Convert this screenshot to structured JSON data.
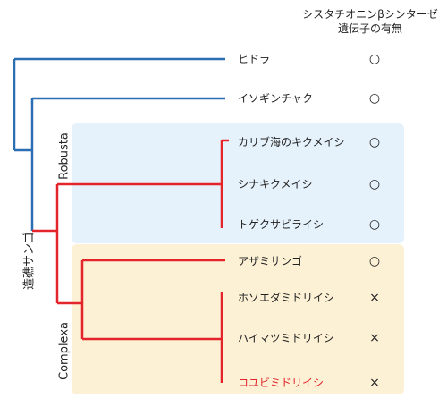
{
  "header": {
    "line1": "シスタチオニンβシンターゼ",
    "line2": "遺伝子の有無"
  },
  "clade_labels": {
    "robusta": "Robusta",
    "complexa": "Complexa",
    "coral": "造礁サンゴ"
  },
  "taxa": [
    {
      "name": "ヒドラ",
      "gene": "○"
    },
    {
      "name": "イソギンチャク",
      "gene": "○"
    },
    {
      "name": "カリブ海のキクメイシ",
      "gene": "○"
    },
    {
      "name": "シナキクメイシ",
      "gene": "○"
    },
    {
      "name": "トゲクサビライシ",
      "gene": "○"
    },
    {
      "name": "アザミサンゴ",
      "gene": "○"
    },
    {
      "name": "ホソエダミドリイシ",
      "gene": "×"
    },
    {
      "name": "ハイマツミドリイシ",
      "gene": "×"
    },
    {
      "name": "コユビミドリイシ",
      "gene": "×"
    }
  ],
  "colors": {
    "blue_branch": "#2a6fb3",
    "red_branch": "#e3242b",
    "robusta_panel": "#e6f2fb",
    "complexa_panel": "#fcf1d5",
    "highlight_text": "#e3242b"
  }
}
